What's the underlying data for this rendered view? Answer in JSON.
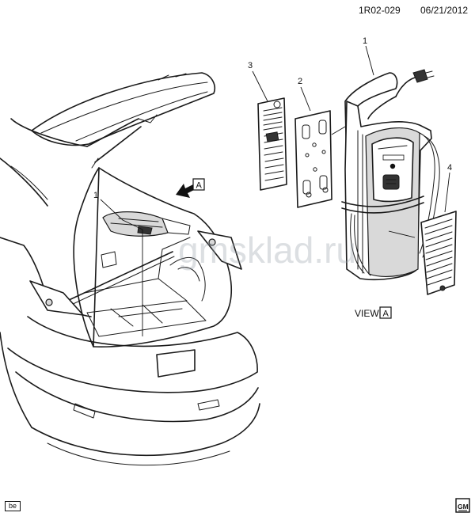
{
  "header": {
    "figure_code": "1R02-029",
    "date": "06/21/2012"
  },
  "callouts": {
    "one_right": "1",
    "one_left": "1",
    "two": "2",
    "three": "3",
    "four": "4"
  },
  "view": {
    "label": "VIEW",
    "letter": "A"
  },
  "arrow_marker": {
    "letter": "A"
  },
  "watermark": {
    "text": "gmsklad.ru"
  },
  "footer": {
    "left_badge": "be",
    "right_logo": "GM"
  },
  "icons": [
    "view-arrow-icon",
    "gm-logo-icon"
  ]
}
